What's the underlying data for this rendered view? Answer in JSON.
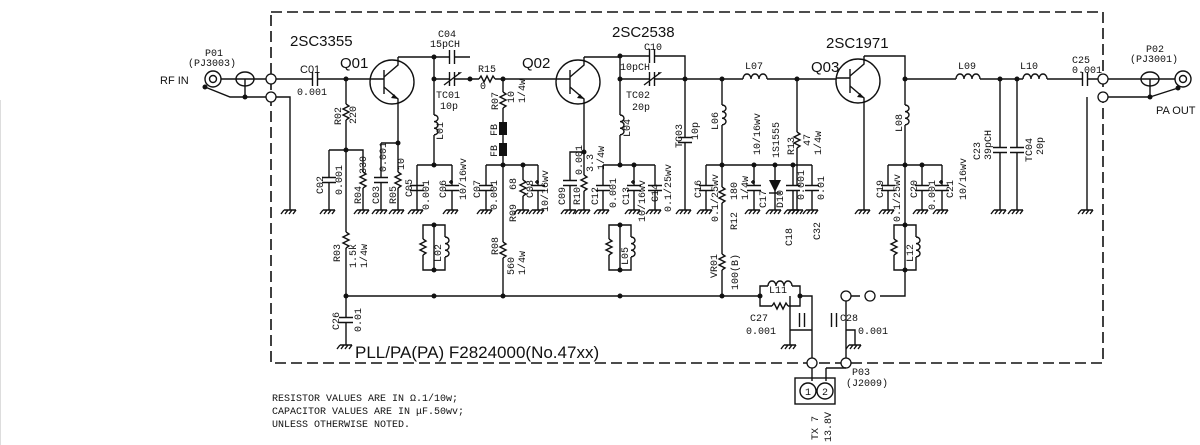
{
  "title": "PLL/PA(PA) F2824000(No.47xx)",
  "notes": [
    "RESISTOR VALUES ARE IN Ω.1/10w;",
    "CAPACITOR VALUES ARE IN μF.50wv;",
    "UNLESS OTHERWISE NOTED."
  ],
  "input": {
    "label": "RF IN",
    "ref": "P01",
    "part": "(PJ3003)"
  },
  "output": {
    "label": "PA OUT",
    "ref": "P02",
    "part": "(PJ3001)"
  },
  "power": {
    "ref": "P03",
    "part": "(J2009)",
    "pin1": "1",
    "pin2": "2",
    "pin1_label": "TX 7",
    "pin2_label": "13.8V"
  },
  "transistors": {
    "q01": {
      "ref": "Q01",
      "part": "2SC3355"
    },
    "q02": {
      "ref": "Q02",
      "part": "2SC2538"
    },
    "q03": {
      "ref": "Q03",
      "part": "2SC1971"
    }
  },
  "parts": {
    "c01": [
      "C01",
      "0.001"
    ],
    "c02": [
      "C02",
      "0.001"
    ],
    "c03": [
      "C03",
      "0.001"
    ],
    "c04": [
      "C04",
      "15pCH"
    ],
    "c05": [
      "C05",
      "0.001"
    ],
    "c06": [
      "C06",
      "10/16wv"
    ],
    "c07": [
      "C07",
      "0.001"
    ],
    "c08": [
      "C08",
      "10/16wv"
    ],
    "c09": [
      "C09",
      "0.001"
    ],
    "c10": [
      "C10",
      "10pCH"
    ],
    "c12": [
      "C12",
      "0.001"
    ],
    "c13": [
      "C13",
      "10/16wv"
    ],
    "c14": [
      "C14",
      "0.1/25wv"
    ],
    "c16": [
      "C16",
      "0.1/25wv"
    ],
    "c17": [
      "C17",
      "10/16wv"
    ],
    "c18": [
      "C18",
      "0.001"
    ],
    "c19": [
      "C19",
      "0.1/25wv"
    ],
    "c20": [
      "C20",
      "0.001"
    ],
    "c21": [
      "C21",
      "10/16wv"
    ],
    "c23": [
      "C23",
      "39pCH"
    ],
    "c25": [
      "C25",
      "0.001"
    ],
    "c26": [
      "C26",
      "0.01"
    ],
    "c27": [
      "C27",
      "0.001"
    ],
    "c28": [
      "C28",
      "0.001"
    ],
    "c32": [
      "C32",
      "0.01"
    ],
    "tc01": [
      "TC01",
      "10p"
    ],
    "tc02": [
      "TC02",
      "20p"
    ],
    "tc03": [
      "TC03",
      "10p"
    ],
    "tc04": [
      "TC04",
      "20p"
    ],
    "r02": [
      "R02",
      "220"
    ],
    "r03": [
      "R03",
      "1.5k",
      "1/4w"
    ],
    "r04": [
      "R04",
      "330"
    ],
    "r05": [
      "R05",
      "10"
    ],
    "r07": [
      "R07",
      "10",
      "1/4w"
    ],
    "r08": [
      "R08",
      "560",
      "1/4w"
    ],
    "r09": [
      "R09",
      "68"
    ],
    "r10": [
      "R10",
      "3.3",
      "1/4w"
    ],
    "r12": [
      "R12",
      "180",
      "1/4w"
    ],
    "r13": [
      "R13",
      "47",
      "1/4w"
    ],
    "r15": [
      "R15",
      "0"
    ],
    "vr01": [
      "VR01",
      "100(B)"
    ],
    "l01": "L01",
    "l02": "L02",
    "l04": "L04",
    "l05": "L05",
    "l06": "L06",
    "l07": "L07",
    "l08": "L08",
    "l09": "L09",
    "l10": "L10",
    "l11": "L11",
    "l12": "L12",
    "d10": [
      "D10",
      "1S1555"
    ],
    "fb": "FB"
  }
}
